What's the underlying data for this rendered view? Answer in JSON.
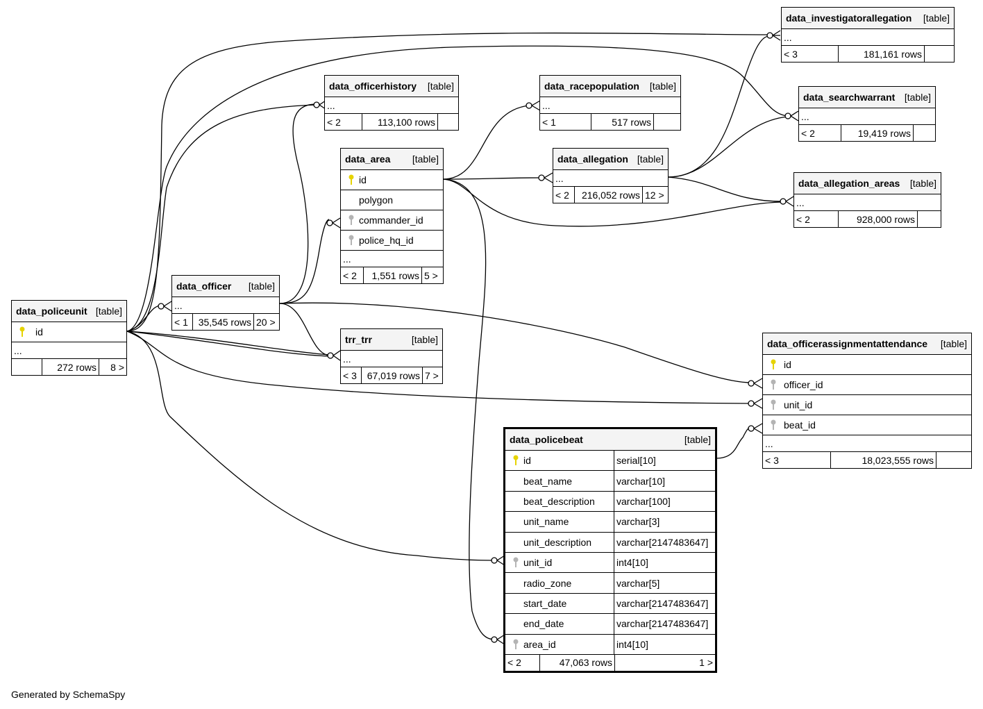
{
  "footer": "Generated by SchemaSpy",
  "tables": {
    "investigatorallegation": {
      "name": "data_investigatorallegation",
      "type": "[table]",
      "more": "...",
      "parents": "< 3",
      "rows": "181,161 rows",
      "children": ""
    },
    "officerhistory": {
      "name": "data_officerhistory",
      "type": "[table]",
      "more": "...",
      "parents": "< 2",
      "rows": "113,100 rows",
      "children": ""
    },
    "racepopulation": {
      "name": "data_racepopulation",
      "type": "[table]",
      "more": "...",
      "parents": "< 1",
      "rows": "517 rows",
      "children": ""
    },
    "searchwarrant": {
      "name": "data_searchwarrant",
      "type": "[table]",
      "more": "...",
      "parents": "< 2",
      "rows": "19,419 rows",
      "children": ""
    },
    "area": {
      "name": "data_area",
      "type": "[table]",
      "columns": [
        "id",
        "polygon",
        "commander_id",
        "police_hq_id"
      ],
      "more": "...",
      "parents": "< 2",
      "rows": "1,551 rows",
      "children": "5 >"
    },
    "allegation": {
      "name": "data_allegation",
      "type": "[table]",
      "more": "...",
      "parents": "< 2",
      "rows": "216,052 rows",
      "children": "12 >"
    },
    "allegation_areas": {
      "name": "data_allegation_areas",
      "type": "[table]",
      "more": "...",
      "parents": "< 2",
      "rows": "928,000 rows",
      "children": ""
    },
    "officer": {
      "name": "data_officer",
      "type": "[table]",
      "more": "...",
      "parents": "< 1",
      "rows": "35,545 rows",
      "children": "20 >"
    },
    "policeunit": {
      "name": "data_policeunit",
      "type": "[table]",
      "columns": [
        "id"
      ],
      "more": "...",
      "parents": "",
      "rows": "272 rows",
      "children": "8 >"
    },
    "trr": {
      "name": "trr_trr",
      "type": "[table]",
      "more": "...",
      "parents": "< 3",
      "rows": "67,019 rows",
      "children": "7 >"
    },
    "attendance": {
      "name": "data_officerassignmentattendance",
      "type": "[table]",
      "columns": [
        "id",
        "officer_id",
        "unit_id",
        "beat_id"
      ],
      "more": "...",
      "parents": "< 3",
      "rows": "18,023,555 rows",
      "children": ""
    },
    "policebeat": {
      "name": "data_policebeat",
      "type": "[table]",
      "columns": [
        {
          "name": "id",
          "type": "serial[10]"
        },
        {
          "name": "beat_name",
          "type": "varchar[10]"
        },
        {
          "name": "beat_description",
          "type": "varchar[100]"
        },
        {
          "name": "unit_name",
          "type": "varchar[3]"
        },
        {
          "name": "unit_description",
          "type": "varchar[2147483647]"
        },
        {
          "name": "unit_id",
          "type": "int4[10]"
        },
        {
          "name": "radio_zone",
          "type": "varchar[5]"
        },
        {
          "name": "start_date",
          "type": "varchar[2147483647]"
        },
        {
          "name": "end_date",
          "type": "varchar[2147483647]"
        },
        {
          "name": "area_id",
          "type": "int4[10]"
        }
      ],
      "parents": "< 2",
      "rows": "47,063 rows",
      "children": "1 >"
    }
  },
  "colors": {
    "primary_key": "#e6d300",
    "foreign_key": "#b4b4b4",
    "header_bg": "#f4f4f4",
    "line": "#000000"
  }
}
